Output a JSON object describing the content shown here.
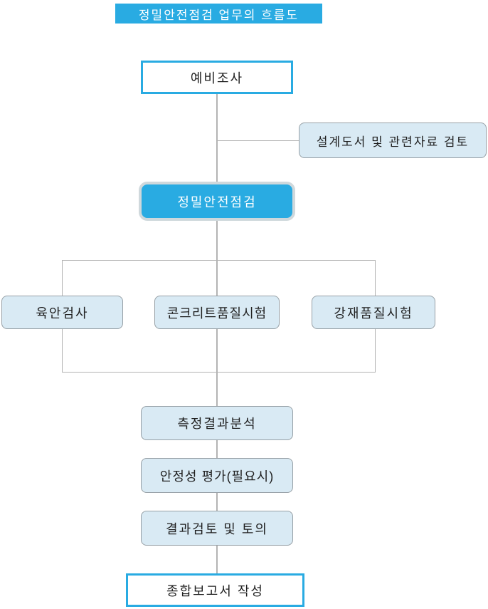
{
  "title": "정밀안전점검 업무의 흐름도",
  "flow": {
    "step_preliminary": "예비조사",
    "side_review": "설계도서 및 관련자료 검토",
    "step_main_inspection": "정밀안전점검",
    "parallel": [
      "육안검사",
      "콘크리트품질시험",
      "강재품질시험"
    ],
    "step_analysis": "측정결과분석",
    "step_stability": "안정성 평가(필요시)",
    "step_review_discussion": "결과검토 및 토의",
    "step_report": "종합보고서 작성"
  },
  "colors": {
    "accent_blue": "#29ABE2",
    "light_blue_fill": "#D9EAF4",
    "box_border_gray": "#97A0A6",
    "primary_ring_gray": "#CFD8DC",
    "connector_gray": "#B3B3B3",
    "text_dark": "#1F1F1F",
    "text_white": "#FFFFFF"
  }
}
